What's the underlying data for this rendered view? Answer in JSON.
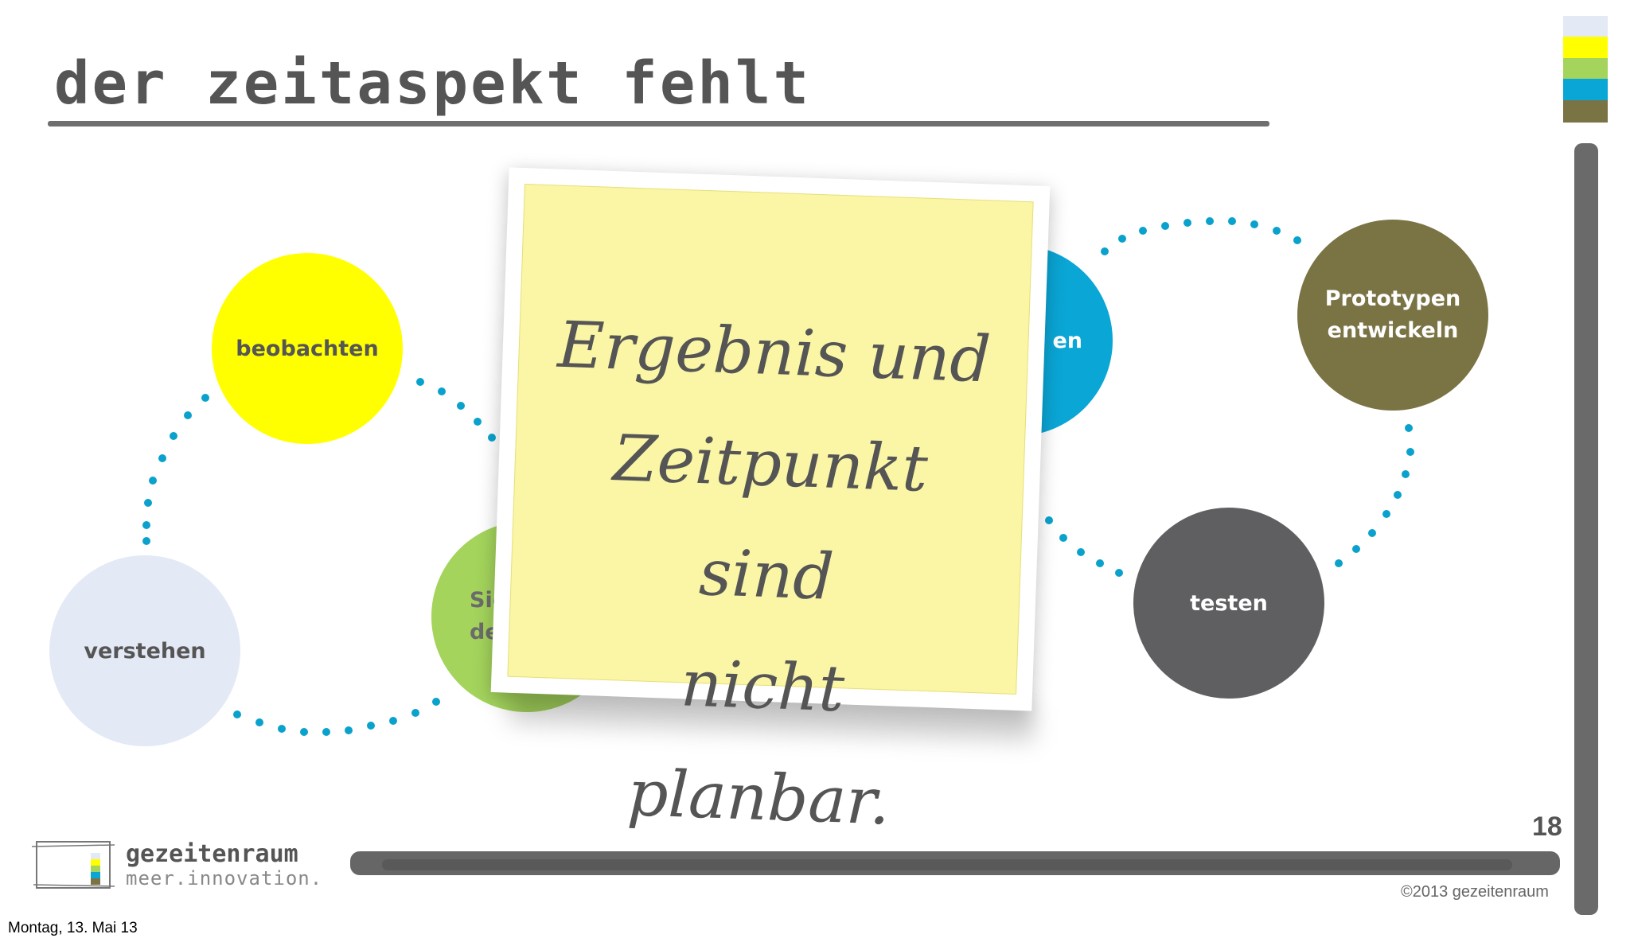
{
  "slide": {
    "title": "der zeitaspekt fehlt",
    "page_number": "18",
    "copyright": "©2013 gezeitenraum",
    "footer_date": "Montag, 13. Mai 13"
  },
  "colors": {
    "swatches": [
      "#e4e9f6",
      "#ffff00",
      "#a4d45c",
      "#0aa6d6",
      "#7a7344"
    ],
    "dots": "#0aa2cc",
    "note": "#fbf6a5"
  },
  "circles": {
    "beobachten": {
      "label": "beobachten",
      "color": "#ffff00",
      "text_color": "#555555"
    },
    "verstehen": {
      "label": "verstehen",
      "color": "#e4e9f6",
      "text_color": "#555555"
    },
    "sichtweise": {
      "label_line1": "Sic",
      "label_line2": "de",
      "color": "#a4d45c",
      "text_color": "#6c6c6c"
    },
    "ideen": {
      "label": "en",
      "color": "#0aa6d6",
      "text_color": "#ffffff"
    },
    "prototypen": {
      "label_line1": "Prototypen",
      "label_line2": "entwickeln",
      "color": "#7a7344",
      "text_color": "#ffffff"
    },
    "testen": {
      "label": "testen",
      "color": "#5f5f61",
      "text_color": "#ffffff"
    }
  },
  "note": {
    "line1": "Ergebnis und",
    "line2": "Zeitpunkt sind",
    "line3": "nicht planbar."
  },
  "logo": {
    "name": "gezeitenraum",
    "tagline": "meer.innovation."
  }
}
